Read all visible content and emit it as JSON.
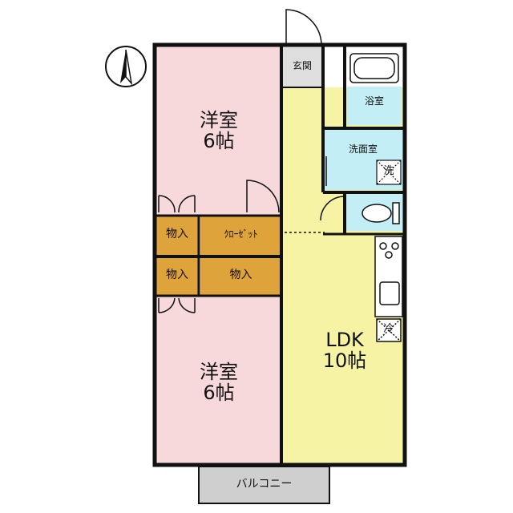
{
  "colors": {
    "bedroom": "#f7d9dc",
    "ldk": "#f6f3a4",
    "storage": "#dfa33c",
    "wet": "#c4eef5",
    "hall": "#dedede",
    "balcony": "#cfcfcf",
    "wall": "#111111",
    "door": "#111111"
  },
  "rooms": {
    "bedroom_top": {
      "name": "洋室",
      "size": "6帖"
    },
    "bedroom_bottom": {
      "name": "洋室",
      "size": "6帖"
    },
    "ldk": {
      "name": "LDK",
      "size": "10帖"
    },
    "storage_1": {
      "label": "物入"
    },
    "storage_2": {
      "label": "物入"
    },
    "storage_3": {
      "label": "物入"
    },
    "closet": {
      "label": "ｸﾛｰｾﾞｯﾄ"
    },
    "entrance": {
      "label": "玄関"
    },
    "bath": {
      "label": "浴室"
    },
    "washroom": {
      "label": "洗面室"
    },
    "washer": {
      "label": "洗"
    },
    "fridge": {
      "label": "冷"
    },
    "balcony": {
      "label": "バルコニー"
    }
  },
  "icons": {
    "compass": "north-arrow-icon"
  }
}
